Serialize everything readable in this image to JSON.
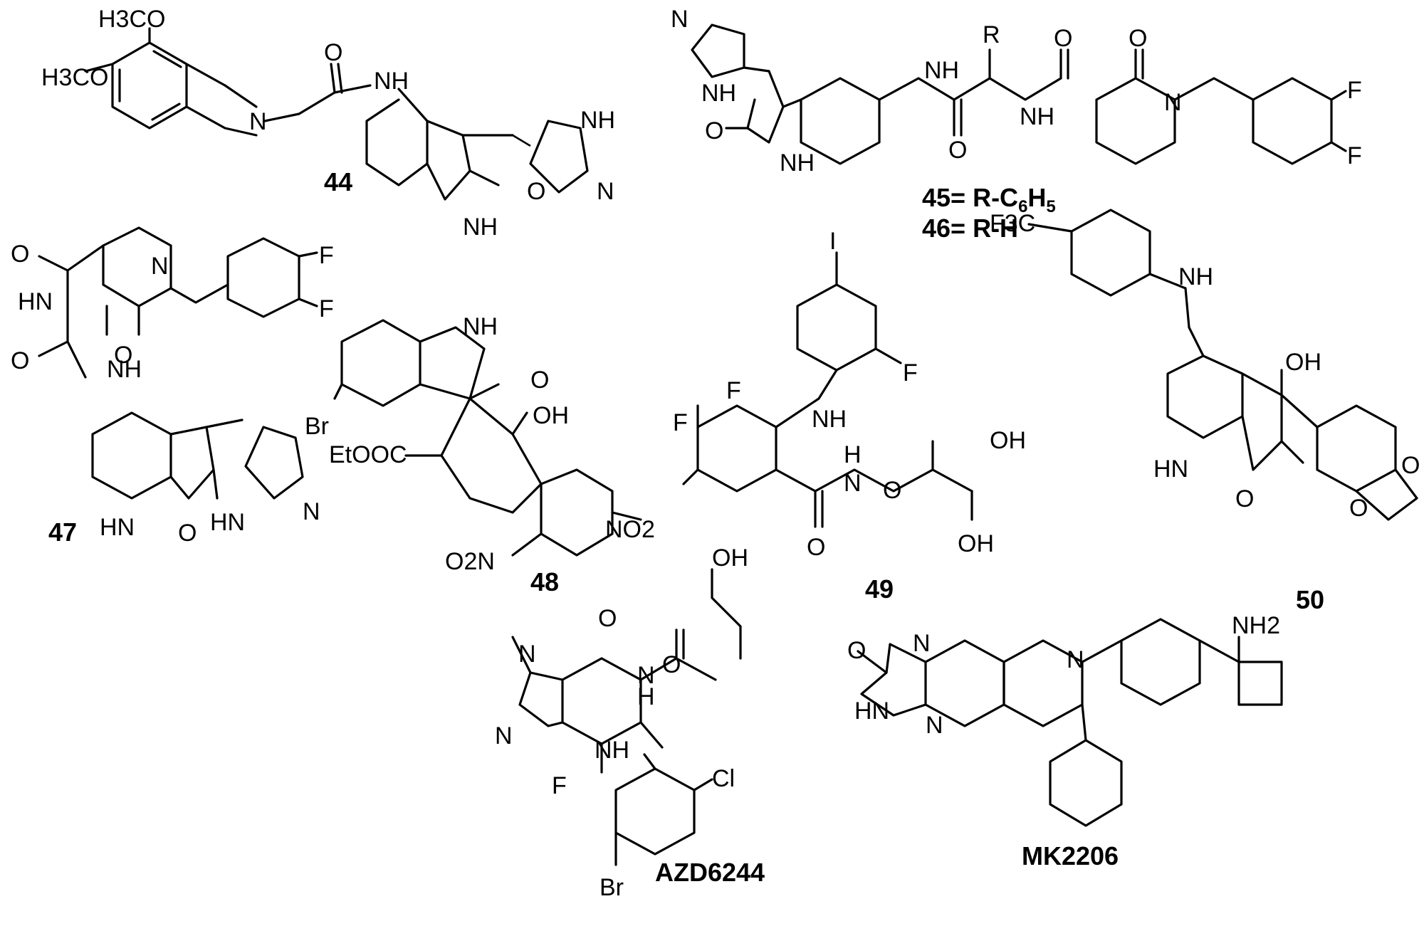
{
  "figure": {
    "compounds": [
      {
        "id": "c44",
        "label": "44",
        "atoms": {
          "ome1": "H3CO",
          "ome2": "H3CO",
          "n_ring": "N",
          "o_amide": "O",
          "nh_amide": "NH",
          "nh_indole": "NH",
          "o_lactam": "O",
          "nh_imid": "NH",
          "n_imid": "N"
        }
      },
      {
        "id": "c45",
        "label": "45= R-C6H5",
        "label_main": "45= R-C",
        "label_sub": "6",
        "label_main2": "H",
        "label_sub2": "5",
        "atoms": {
          "r": "R",
          "n_imid": "N",
          "nh_imid": "NH",
          "o_lactam": "O",
          "nh_indole": "NH",
          "nh_amide1": "NH",
          "o_amide1": "O",
          "o_amide2": "O",
          "nh_amide2": "NH",
          "o_pyr": "O",
          "n_pyr": "N",
          "f1": "F",
          "f2": "F"
        }
      },
      {
        "id": "c46",
        "label": "46= R-H"
      },
      {
        "id": "c47",
        "label": "47",
        "atoms": {
          "o_amide1": "O",
          "n_pyr": "N",
          "o_pyr": "O",
          "f1": "F",
          "f2": "F",
          "hn": "HN",
          "o_amide2": "O",
          "nh_amide": "NH",
          "hn_indole": "HN",
          "o_lactam": "O",
          "hn_imid": "HN",
          "n_imid": "N"
        }
      },
      {
        "id": "c48",
        "label": "48",
        "atoms": {
          "nh": "NH",
          "o_lactam": "O",
          "br": "Br",
          "oh": "OH",
          "ester": "EtOOC",
          "no2_right": "NO2",
          "no2_left": "O2N"
        }
      },
      {
        "id": "c49",
        "label": "49",
        "atoms": {
          "i": "I",
          "f_ring": "F",
          "f1": "F",
          "f2": "F",
          "nh_aniline": "NH",
          "nh_hydroxamate": "H",
          "n_hydroxamate": "N",
          "o_ether": "O",
          "o_amide": "O",
          "oh1": "OH",
          "oh2": "OH"
        }
      },
      {
        "id": "c50",
        "label": "50",
        "atoms": {
          "cf3": "F3C",
          "nh": "NH",
          "oh": "OH",
          "hn": "HN",
          "o_lactam": "O",
          "o1": "O",
          "o2": "O"
        }
      },
      {
        "id": "azd6244",
        "label": "AZD6244",
        "atoms": {
          "oh": "OH",
          "o_amide": "O",
          "n_methyl": "N",
          "n_imid": "N",
          "nh_hydrox": "N",
          "h_hydrox": "H",
          "o_ether": "O",
          "nh_aniline": "NH",
          "f": "F",
          "cl": "Cl",
          "br": "Br"
        }
      },
      {
        "id": "mk2206",
        "label": "MK2206",
        "atoms": {
          "o": "O",
          "n1": "N",
          "hn": "HN",
          "n2": "N",
          "n_pyr": "N",
          "nh2": "NH2"
        }
      }
    ]
  }
}
